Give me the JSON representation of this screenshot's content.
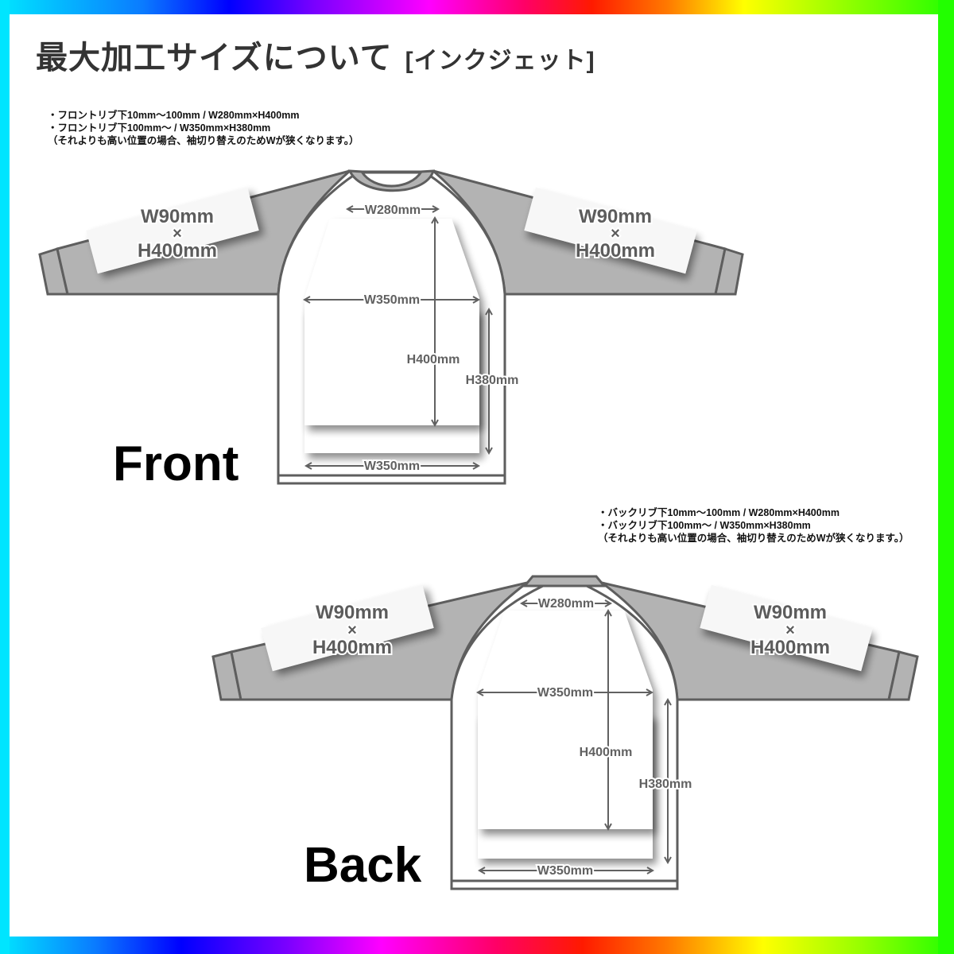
{
  "header": {
    "title": "最大加工サイズについて",
    "subtitle": "[インクジェット]"
  },
  "colors": {
    "sleeve_gray": "#b3b3b3",
    "outline": "#5e5e5e",
    "dimension_text": "#616161",
    "body": "#ffffff",
    "frame_gradient": [
      "#00e5ff",
      "#0000ff",
      "#ff00ff",
      "#ff1a00",
      "#ffff00",
      "#22ff00"
    ]
  },
  "front": {
    "label": "Front",
    "notes": [
      "・フロントリブ下10mm〜100mm / W280mm×H400mm",
      "・フロントリブ下100mm〜 / W350mm×H380mm",
      "（それよりも高い位置の場合、袖切り替えのためWが狭くなります。）"
    ],
    "left_sleeve": {
      "width": "W90mm",
      "times": "×",
      "height": "H400mm"
    },
    "right_sleeve": {
      "width": "W90mm",
      "times": "×",
      "height": "H400mm"
    },
    "upper_width": "W280mm",
    "mid_width": "W350mm",
    "upper_height": "H400mm",
    "lower_height": "H380mm",
    "bottom_width": "W350mm"
  },
  "back": {
    "label": "Back",
    "notes": [
      "・バックリブ下10mm〜100mm / W280mm×H400mm",
      "・バックリブ下100mm〜 / W350mm×H380mm",
      "（それよりも高い位置の場合、袖切り替えのためWが狭くなります。）"
    ],
    "left_sleeve": {
      "width": "W90mm",
      "times": "×",
      "height": "H400mm"
    },
    "right_sleeve": {
      "width": "W90mm",
      "times": "×",
      "height": "H400mm"
    },
    "upper_width": "W280mm",
    "mid_width": "W350mm",
    "upper_height": "H400mm",
    "lower_height": "H380mm",
    "bottom_width": "W350mm"
  }
}
